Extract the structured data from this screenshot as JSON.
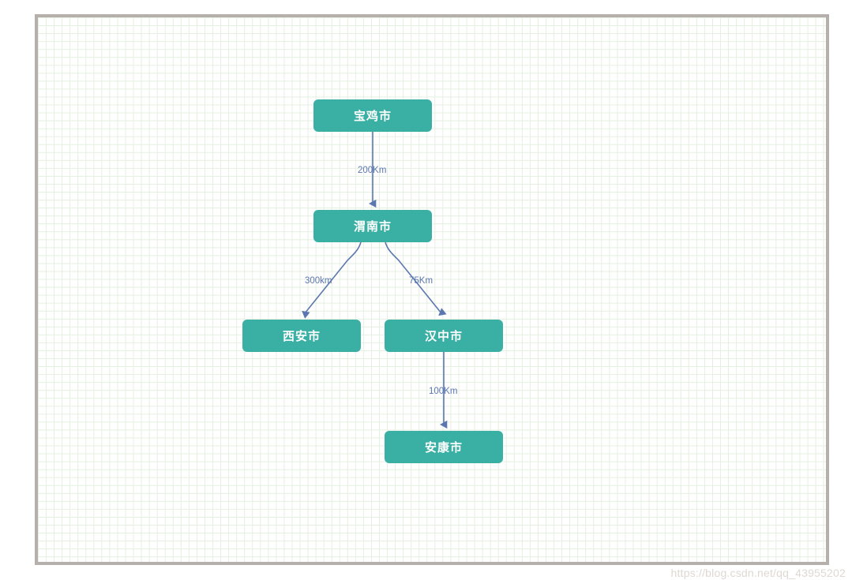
{
  "canvas": {
    "grid_color": "#e4efe0",
    "border_color": "#b6b0ac",
    "background": "#ffffff"
  },
  "theme": {
    "node_fill": "#3aafa4",
    "node_text": "#ffffff",
    "edge_color": "#5b76b0",
    "edge_label_color": "#5b76b0"
  },
  "diagram": {
    "type": "flowchart-tree",
    "nodes": [
      {
        "id": "baoji",
        "label": "宝鸡市"
      },
      {
        "id": "weinan",
        "label": "渭南市"
      },
      {
        "id": "xian",
        "label": "西安市"
      },
      {
        "id": "hanzhong",
        "label": "汉中市"
      },
      {
        "id": "ankang",
        "label": "安康市"
      }
    ],
    "edges": [
      {
        "from": "baoji",
        "to": "weinan",
        "label": "200Km"
      },
      {
        "from": "weinan",
        "to": "xian",
        "label": "300km"
      },
      {
        "from": "weinan",
        "to": "hanzhong",
        "label": "75Km"
      },
      {
        "from": "hanzhong",
        "to": "ankang",
        "label": "100Km"
      }
    ]
  },
  "watermark": {
    "text": "https://blog.csdn.net/qq_43955202"
  }
}
